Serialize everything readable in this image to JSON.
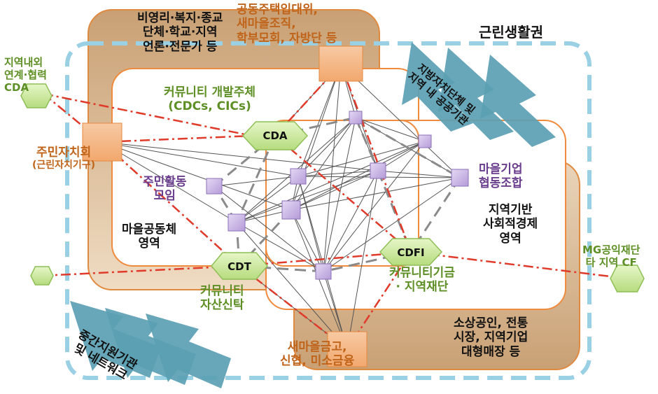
{
  "title": "근린생활권",
  "groups": {
    "civil_orgs": [
      "비영리·복지·종교",
      "단체·학교·지역",
      "언론·전문가 등"
    ],
    "housing": [
      "공동주택입대위,",
      "새마을조직,",
      "학부모회, 자방단 등"
    ],
    "local_gov": [
      "지방자치단체 및",
      "지역 내 공공기관"
    ],
    "outside_cda": [
      "지역내외",
      "연계·협력",
      "CDA"
    ],
    "resident_council": [
      "주민자치회",
      "(근린자치기구)"
    ],
    "dev_actor": [
      "커뮤니티 개발주체",
      "(CDCs, CICs)"
    ],
    "resident_club": [
      "주민활동",
      "모임"
    ],
    "village_enterprise": [
      "마을기업",
      "협동조합"
    ],
    "village_community": [
      "마을공동체",
      "영역"
    ],
    "social_economy": [
      "지역기반",
      "사회적경제",
      "영역"
    ],
    "mg_foundation": [
      "MG공익재단",
      "타 지역 CF"
    ],
    "community_fund": [
      "커뮤니티기금",
      "· 지역재단"
    ],
    "asset_trust": [
      "커뮤니티",
      "자산신탁"
    ],
    "merchants": [
      "소상공인, 전통",
      "시장, 지역기업",
      "대형매장 등"
    ],
    "finance": [
      "새마을금고,",
      "신협, 미소금융"
    ],
    "intermediary": [
      "중간지원기관",
      "및 네트워크"
    ]
  },
  "nodes": {
    "cda": "CDA",
    "cdfi": "CDFI",
    "cdt": "CDT"
  },
  "colors": {
    "brown_fill": "#d9b48a",
    "orange_line": "#f08a3c",
    "dashed_blue": "#9ad0e4",
    "hex_green": "#c8e89a",
    "purple_node": "#cbb6e6",
    "arrow_blue": "#5b9fb3",
    "dash_dot_red": "#e03a2a"
  }
}
